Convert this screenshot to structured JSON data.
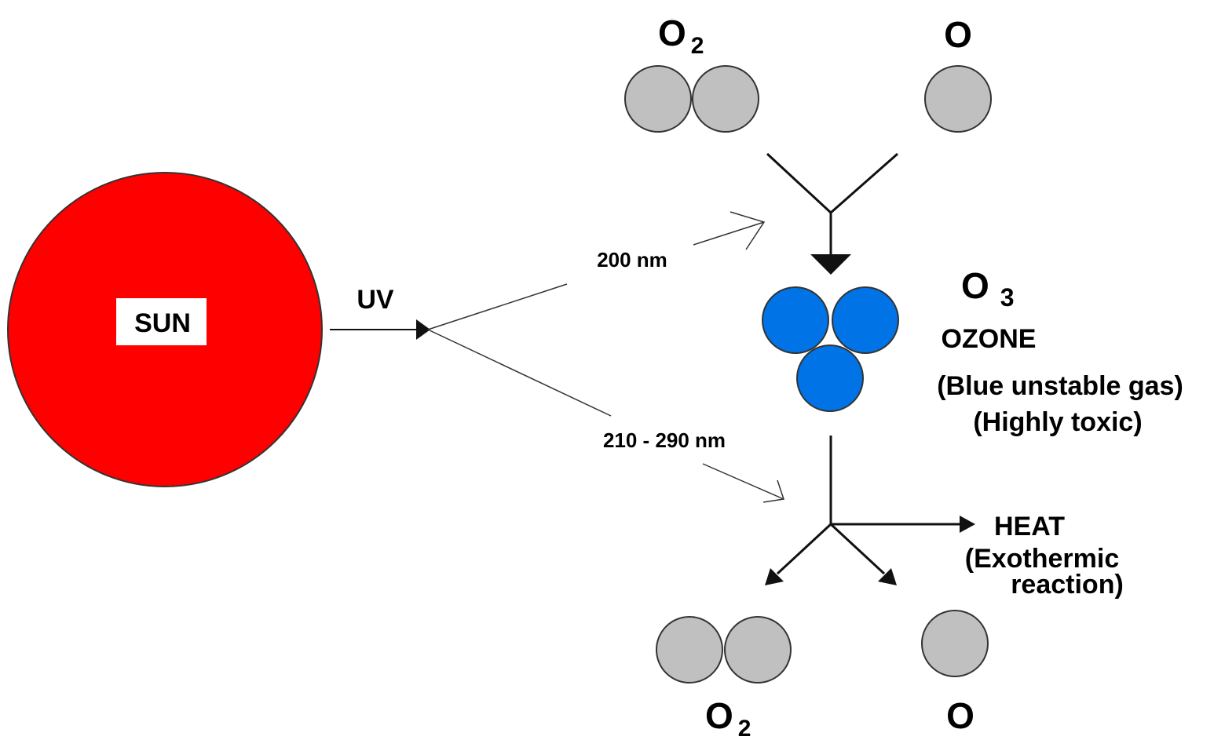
{
  "sun": {
    "label": "SUN",
    "color": "#ff0000",
    "border": "#333333"
  },
  "uv_label": "UV",
  "wavelength_upper": "200 nm",
  "wavelength_lower": "210 - 290 nm",
  "top_reactants": {
    "o2_main": "O",
    "o2_sub": "2",
    "o_label": "O"
  },
  "ozone": {
    "formula_main": "O",
    "formula_sub": "3",
    "name": "OZONE",
    "desc_line1": "(Blue unstable gas)",
    "desc_line2": "(Highly toxic)",
    "color": "#0073e6"
  },
  "heat": {
    "label": "HEAT",
    "line1": "(Exothermic",
    "line2": "reaction)"
  },
  "bottom_products": {
    "o2_main": "O",
    "o2_sub": "2",
    "o_label": "O"
  },
  "atom_color": "#c0c0c0"
}
